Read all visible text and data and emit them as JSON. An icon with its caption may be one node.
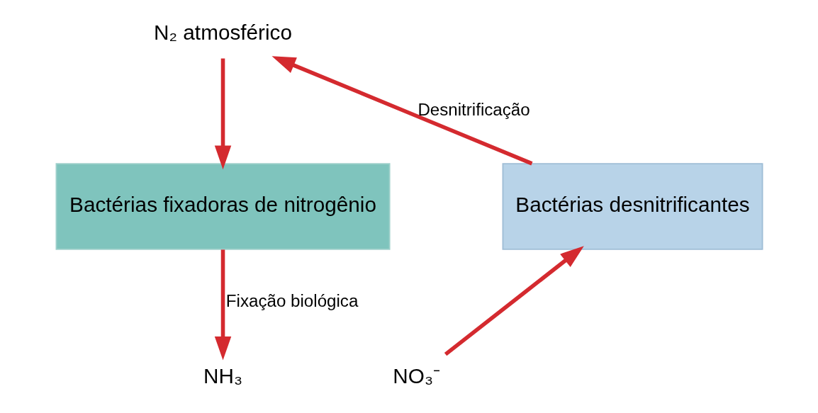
{
  "diagram": {
    "nodes": [
      {
        "text": [
          "N₂ atmosférico"
        ]
      },
      {
        "text": [
          "Bactérias desnitrificantes"
        ]
      },
      {
        "text": [
          "Bactérias fixadoras de nitrogênio"
        ]
      },
      {
        "text": [
          "NO₃⁻"
        ]
      },
      {
        "text": [
          "NH₃"
        ]
      }
    ],
    "edges": [
      {
        "from": 3,
        "to": 1,
        "arrow": "to"
      },
      {
        "from": 1,
        "to": 0,
        "arrow": "to",
        "label": "Desnitrificação"
      },
      {
        "from": 0,
        "to": 2,
        "arrow": "to"
      },
      {
        "from": 2,
        "to": 4,
        "arrow": "to",
        "label": "Fixação biológica"
      }
    ]
  }
}
